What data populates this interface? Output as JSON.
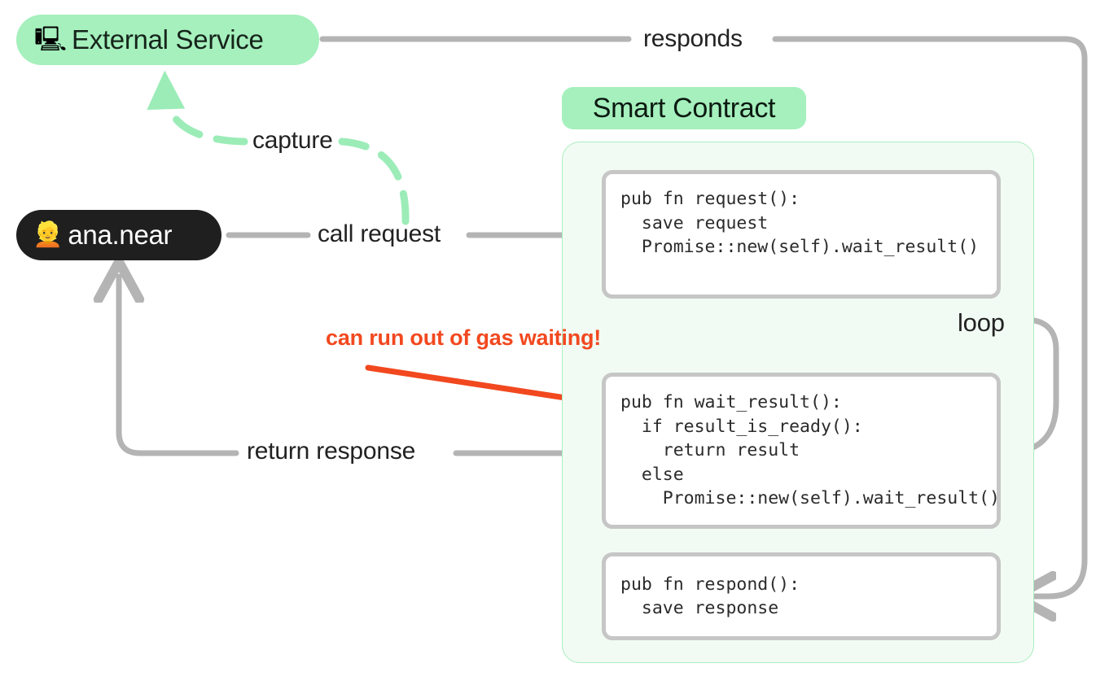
{
  "diagram": {
    "title": "NEAR smart contract external service request flow",
    "colors": {
      "accent_green": "#a5f0bd",
      "panel_green": "#f1fbf3",
      "panel_border": "#aaeec0",
      "dark_pill": "#1f1f1f",
      "warning_red": "#f2481f",
      "line_gray": "#b4b4b4",
      "code_border": "#c6c6c6"
    }
  },
  "nodes": {
    "external_service": {
      "icon": "server-icon",
      "emoji": "🖳",
      "label": "External Service"
    },
    "user": {
      "icon": "person-icon",
      "emoji": "👱",
      "label": "ana.near"
    },
    "smart_contract": {
      "label": "Smart Contract"
    }
  },
  "code_blocks": [
    {
      "name": "request",
      "code": "pub fn request():\n  save request\n  Promise::new(self).wait_result()"
    },
    {
      "name": "wait_result",
      "code": "pub fn wait_result():\n  if result_is_ready():\n    return result\n  else\n    Promise::new(self).wait_result()"
    },
    {
      "name": "respond",
      "code": "pub fn respond():\n  save response"
    }
  ],
  "edges": {
    "responds": "responds",
    "capture": "capture",
    "call_request": "call request",
    "return_response": "return response",
    "loop": "loop"
  },
  "annotations": {
    "warning": "can run out of gas waiting!"
  }
}
